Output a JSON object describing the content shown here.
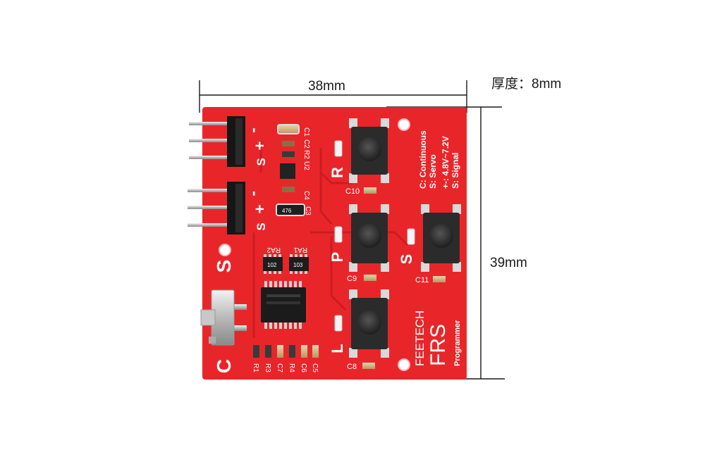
{
  "dimensions": {
    "width_label": "38mm",
    "height_label": "39mm",
    "thickness_label": "厚度：8mm"
  },
  "board": {
    "brand": "FEETECH",
    "model": "FRS",
    "subtitle": "Programmer",
    "legend": {
      "line1": "C: Continuous",
      "line2": "S: Servo",
      "line3": "+-: 4.8V~7.2V",
      "line4": "S: Signal"
    },
    "button_labels": {
      "r": "R",
      "p": "P",
      "s": "S",
      "l": "L"
    },
    "switch_labels": {
      "top": "S",
      "bottom": "C"
    },
    "pin_labels": {
      "top_minus": "-",
      "top_plus": "+",
      "top_s": "S",
      "bottom_minus": "-",
      "bottom_plus": "+",
      "bottom_s": "S"
    },
    "components": {
      "c1": "C1",
      "c2": "C2",
      "r2": "R2",
      "u2": "U2",
      "c4": "C4",
      "c3": "C3",
      "c3_value": "476",
      "ra2": "RA2",
      "ra1": "RA1",
      "ra2_value": "102",
      "ra1_value": "103",
      "c10": "C10",
      "c9": "C9",
      "c8": "C8",
      "c11": "C11",
      "bottom_row": [
        "R1",
        "R3",
        "C7",
        "R4",
        "C6",
        "C5"
      ]
    }
  },
  "colors": {
    "pcb_red": "#e8262a",
    "silkscreen": "#ffffff",
    "button_body": "#2b2b2b",
    "pin_metal": "#c9c9c9",
    "dimension_line": "#1a1a1a"
  }
}
